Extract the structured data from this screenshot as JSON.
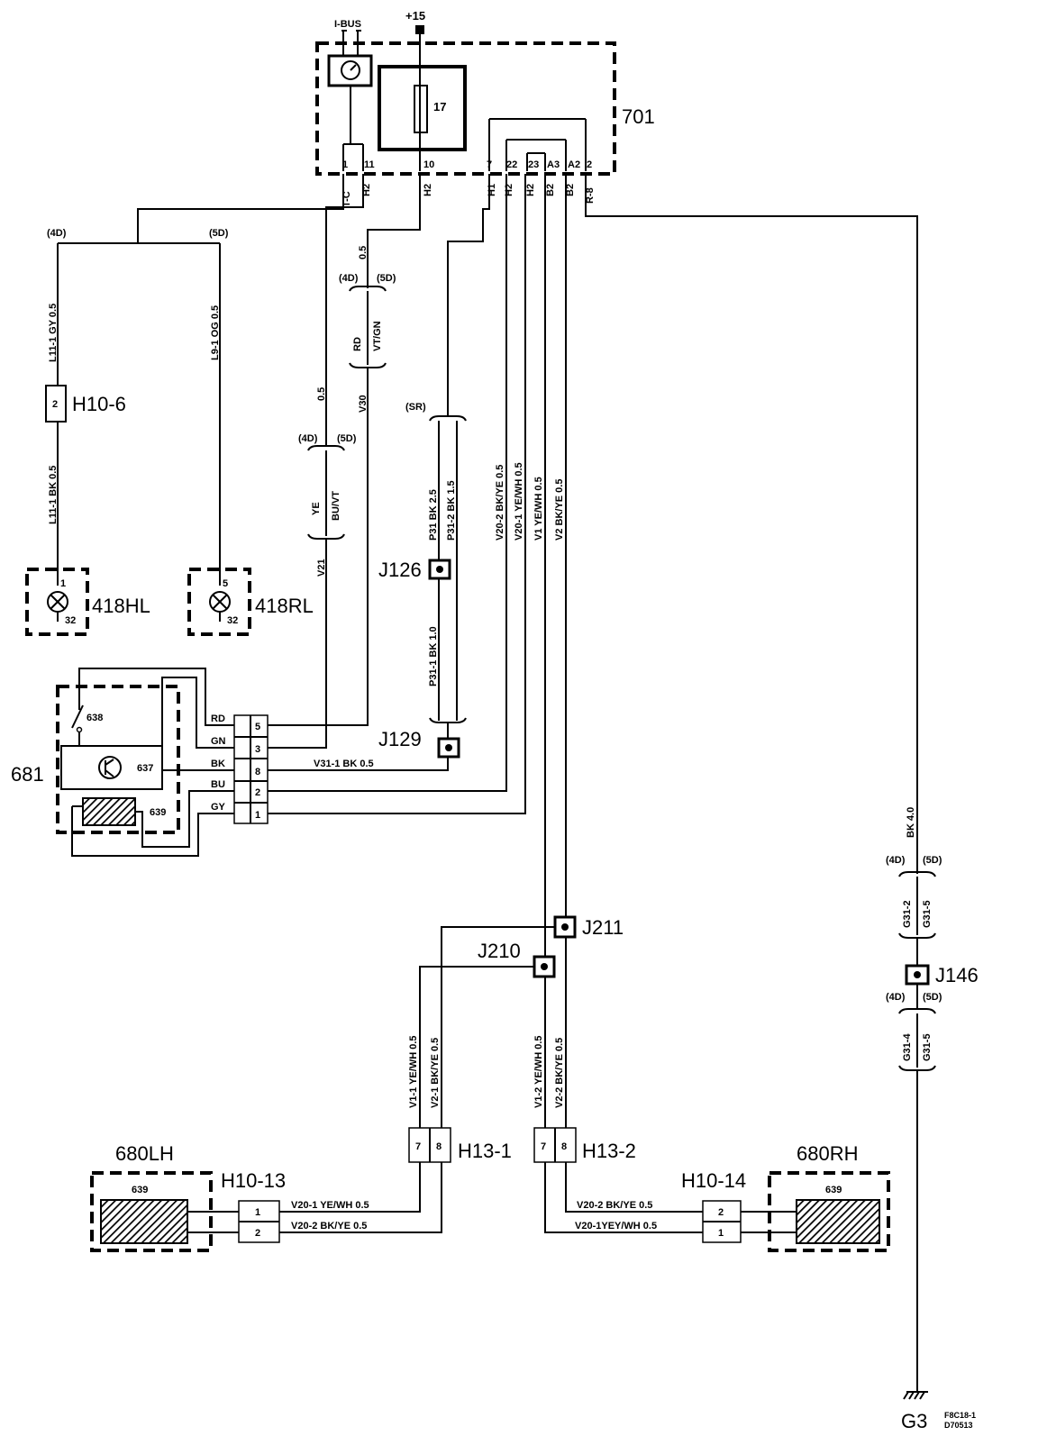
{
  "top": {
    "supply": "+15",
    "ibus": "I-BUS",
    "fuse": "17",
    "module": "701"
  },
  "pins_701": [
    "1",
    "11",
    "10",
    "7",
    "22",
    "23",
    "A3",
    "A2",
    "2"
  ],
  "wire_codes_701": [
    "T-C",
    "H2",
    "H2",
    "H1",
    "H2",
    "H2",
    "B2",
    "B2",
    "R-8"
  ],
  "variants": {
    "d4": "(4D)",
    "d5": "(5D)",
    "sr": "(SR)"
  },
  "lamps": {
    "lh": {
      "label": "418HL",
      "pin_top": "1",
      "pin_bot": "32"
    },
    "rh": {
      "label": "418RL",
      "pin_top": "5",
      "pin_bot": "32"
    }
  },
  "connector_h10_6": {
    "label": "H10-6",
    "pin": "2"
  },
  "wires": {
    "l11_1": "L11-1  GY  0.5",
    "l11_1_bk": "L11-1  BK  0.5",
    "l9_1": "L9-1  OG  0.5",
    "v30_size": "0.5",
    "v30_rd": "RD",
    "v30_vtgn": "VT/GN",
    "v30": "V30",
    "v21_size": "0.5",
    "v21_ye": "YE",
    "v21_buvt": "BU/VT",
    "v21": "V21",
    "p31_bk": "P31   BK   2.5",
    "p31_2": "P31-2  BK   1.5",
    "p31_1": "P31-1  BK   1.0",
    "v20_2": "V20-2  BK/YE  0.5",
    "v20_1": "V20-1  YE/WH  0.5",
    "v1": "V1  YE/WH  0.5",
    "v2": "V2  BK/YE  0.5",
    "v31_1": "V31-1  BK  0.5",
    "bk40": "BK 4.0",
    "g31_2": "G31-2",
    "g31_5": "G31-5",
    "g31_4": "G31-4",
    "g31_5b": "G31-5",
    "v1_1": "V1-1  YE/WH  0.5",
    "v2_1": "V2-1  BK/YE  0.5",
    "v1_2": "V1-2  YE/WH  0.5",
    "v2_2": "V2-2  BK/YE  0.5",
    "lh_v20_1": "V20-1 YE/WH  0.5",
    "lh_v20_2": "V20-2  BK/YE    0.5",
    "rh_v20_2": "V20-2 BK/YE  0.5",
    "rh_v20_1": "V20-1YEY/WH 0.5"
  },
  "splices": {
    "j126": "J126",
    "j129": "J129",
    "j211": "J211",
    "j210": "J210",
    "j146": "J146"
  },
  "unit_681": {
    "label": "681",
    "switch": "638",
    "transistor": "637",
    "heater": "639",
    "colors": [
      "RD",
      "GN",
      "BK",
      "BU",
      "GY"
    ],
    "pins": [
      "5",
      "3",
      "8",
      "2",
      "1"
    ]
  },
  "connectors_h13": {
    "h13_1": {
      "label": "H13-1",
      "pins": [
        "7",
        "8"
      ]
    },
    "h13_2": {
      "label": "H13-2",
      "pins": [
        "7",
        "8"
      ]
    }
  },
  "mirrors": {
    "lh": {
      "label": "680LH",
      "heater": "639",
      "conn": "H10-13",
      "pins": [
        "1",
        "2"
      ]
    },
    "rh": {
      "label": "680RH",
      "heater": "639",
      "conn": "H10-14",
      "pins": [
        "2",
        "1"
      ]
    }
  },
  "ground": {
    "label": "G3",
    "code1": "F8C18-1",
    "code2": "D70513"
  }
}
